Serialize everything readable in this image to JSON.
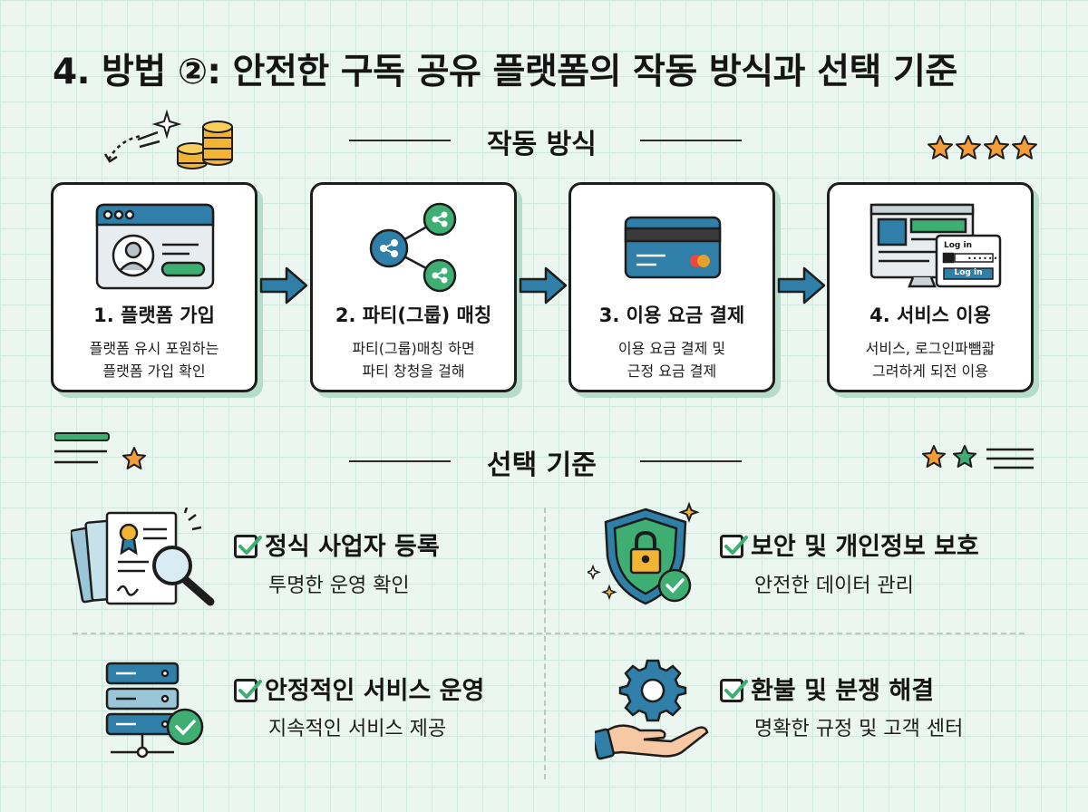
{
  "title": "4. 방법 ②: 안전한 구독 공유 플랫폼의 작동 방식과 선택 기준",
  "how_it_works": {
    "heading": "작동 방식",
    "steps": [
      {
        "title": "1. 플랫폼 가입",
        "desc": [
          "플랫폼 유시 포원하는",
          "플랫폼 가입 확인"
        ],
        "icon": "profile-window-icon"
      },
      {
        "title": "2. 파티(그룹) 매칭",
        "desc": [
          "파티(그룹)매칭 하면",
          "파티 창청을 걸해"
        ],
        "icon": "share-network-icon"
      },
      {
        "title": "3. 이용 요금 결제",
        "desc": [
          "이용 요금 결제 및",
          "근정 요금 결제"
        ],
        "icon": "credit-card-icon"
      },
      {
        "title": "4. 서비스 이용",
        "desc": [
          "서비스, 로그인파뺌괇",
          "그려하게 되전 이용"
        ],
        "icon": "login-screen-icon",
        "login_label": "Log in",
        "login_button": "Log in",
        "password_mask": "••••••"
      }
    ]
  },
  "criteria": {
    "heading": "선택 기준",
    "items": [
      {
        "title": "정식 사업자 등록",
        "desc": "투명한 운영 확인",
        "icon": "document-magnifier-icon"
      },
      {
        "title": "보안 및 개인정보 보호",
        "desc": "안전한 데이터 관리",
        "icon": "security-shield-icon"
      },
      {
        "title": "안정적인 서비스 운영",
        "desc": "지속적인 서비스 제공",
        "icon": "server-check-icon"
      },
      {
        "title": "환불 및 분쟁 해결",
        "desc": "명확한 규정 및 고객 센터",
        "icon": "gear-hand-icon"
      }
    ]
  },
  "colors": {
    "background": "#eaf6ef",
    "teal": "#2f7fa8",
    "green": "#3fae72",
    "gold": "#f1b434",
    "star": "#f39c3a",
    "ink": "#1d1d1d"
  }
}
